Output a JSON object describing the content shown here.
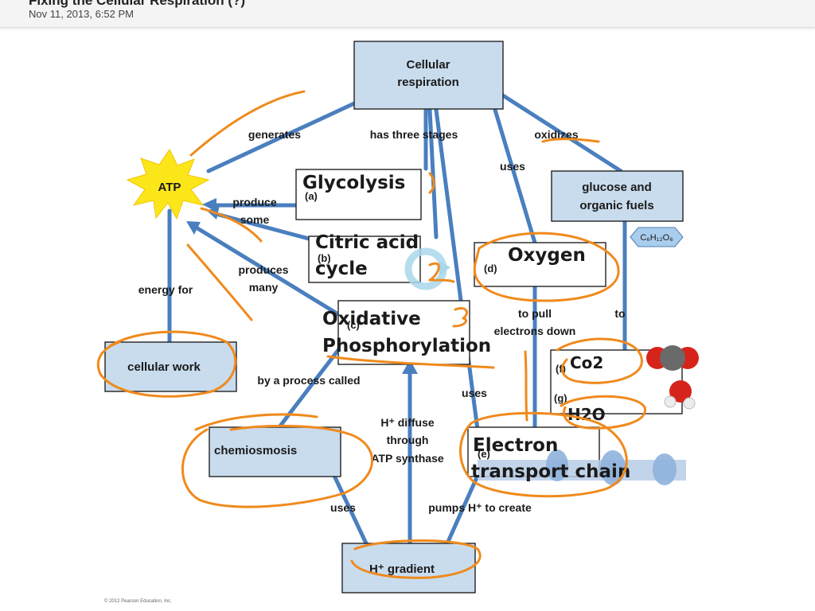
{
  "header": {
    "title": "Fixing the Cellular Respiration (?)",
    "timestamp": "Nov 11, 2013, 6:52 PM"
  },
  "diagram": {
    "root": [
      "Cellular",
      "respiration"
    ],
    "atp": "ATP",
    "cellular_work": "cellular work",
    "chemiosmosis": "chemiosmosis",
    "h_gradient": "H⁺ gradient",
    "glucose": [
      "glucose and",
      "organic fuels"
    ],
    "formula": "C₆H₁₂O₆",
    "stages": {
      "glycolysis": "Glycolysis",
      "citric": [
        "Citric acid",
        "cycle"
      ],
      "oxphos": [
        "Oxidative",
        "Phosphorylation"
      ],
      "oxygen": "Oxygen",
      "etc": [
        "Electron",
        "transport chain"
      ],
      "co2": "Co2",
      "h2o": "H2O"
    },
    "letters": {
      "a": "(a)",
      "b": "(b)",
      "c": "(c)",
      "d": "(d)",
      "e": "(e)",
      "f": "(f)",
      "g": "(g)"
    },
    "edges": {
      "generates": "generates",
      "has_three_stages": "has three stages",
      "oxidizes": "oxidizes",
      "uses_oxygen": "uses",
      "produce_some": [
        "produce",
        "some"
      ],
      "produces_many": [
        "produces",
        "many"
      ],
      "energy_for": "energy for",
      "by_process": "by a process called",
      "to_pull": [
        "to pull",
        "electrons down"
      ],
      "to": "to",
      "uses_etc": "uses",
      "h_diffuse": [
        "H⁺ diffuse",
        "through",
        "ATP synthase"
      ],
      "uses_bottom": "uses",
      "pumps": "pumps H⁺ to create"
    }
  },
  "copyright": "© 2012 Pearson Education, Inc.",
  "colors": {
    "box_fill": "#c9dcee",
    "connector": "#4a7fbf",
    "ink": "#f08a1c",
    "atp_star": "#fbe61a"
  }
}
